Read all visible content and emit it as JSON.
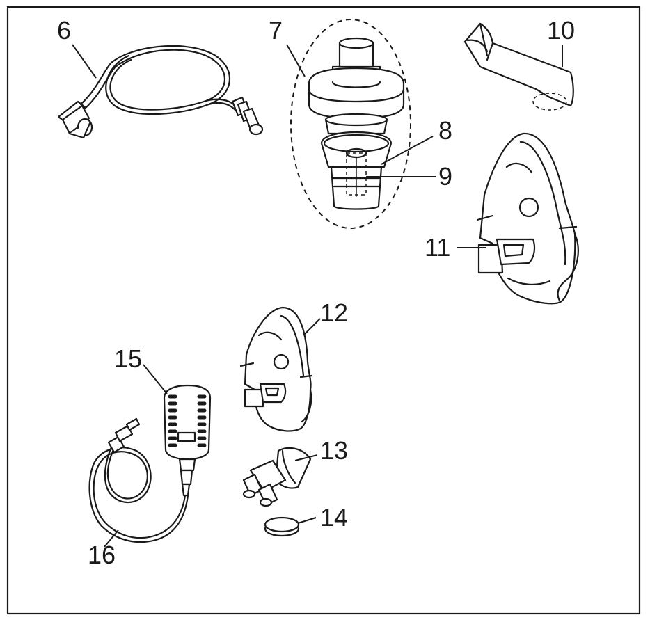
{
  "labels": {
    "l6": "6",
    "l7": "7",
    "l8": "8",
    "l9": "9",
    "l10": "10",
    "l11": "11",
    "l12": "12",
    "l13": "13",
    "l14": "14",
    "l15": "15",
    "l16": "16"
  },
  "colors": {
    "line": "#1a1a1a",
    "background": "#ffffff"
  }
}
